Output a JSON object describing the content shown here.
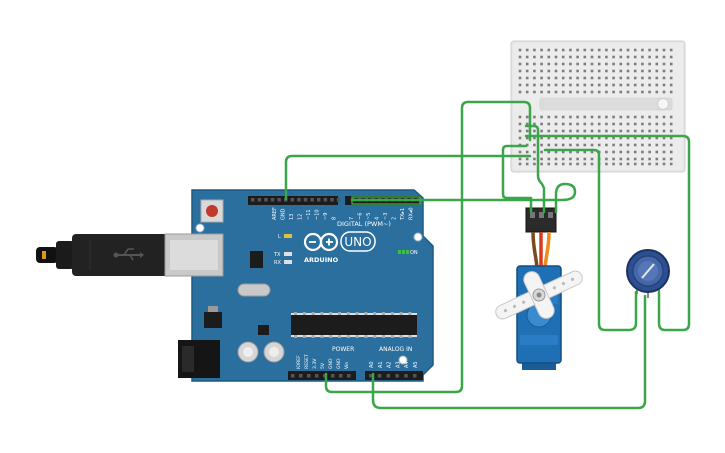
{
  "arduino": {
    "brand": "ARDUINO",
    "model": "UNO",
    "digital_label": "DIGITAL (PWM~)",
    "power_label": "POWER",
    "analog_label": "ANALOG IN",
    "on_label": "ON",
    "led_l": "L",
    "led_tx": "TX",
    "led_rx": "RX",
    "top_pins": [
      "AREF",
      "GND",
      "13",
      "12",
      "~11",
      "~10",
      "~9",
      "8",
      "7",
      "~6",
      "~5",
      "4",
      "~3",
      "2",
      "TX▸1",
      "RX◂0"
    ],
    "power_pins": [
      "IOREF",
      "RESET",
      "3.3V",
      "5V",
      "GND",
      "GND",
      "Vin"
    ],
    "analog_pins": [
      "A0",
      "A1",
      "A2",
      "A3",
      "A4",
      "A5"
    ]
  },
  "colors": {
    "board": "#2a6f9e",
    "wire": "#3aa64a",
    "breadboard": "#e9e9e9",
    "servo": "#1f6fb5",
    "pot": "#22427a"
  }
}
